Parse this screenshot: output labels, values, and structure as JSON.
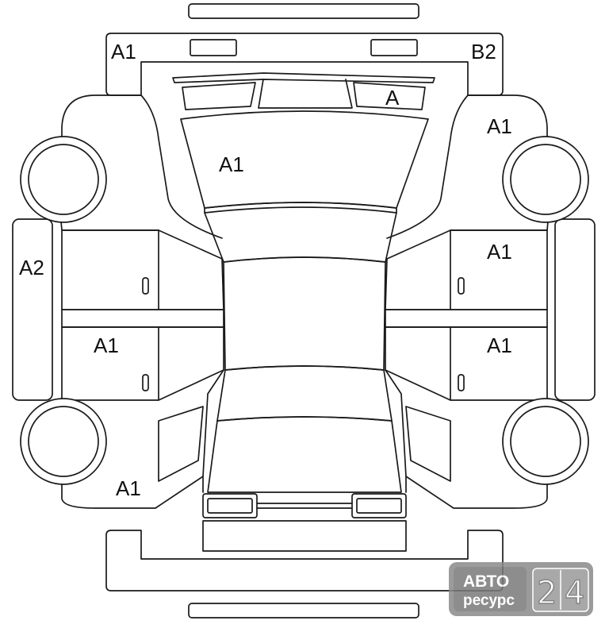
{
  "damage_codes": {
    "front_left_corner": "A1",
    "front_right_corner": "B2",
    "windshield_right_corner": "A",
    "hood": "A1",
    "front_right_fender": "A1",
    "left_side_sill": "A2",
    "front_right_door": "A1",
    "rear_left_door": "A1",
    "rear_right_door": "A1",
    "rear_left_fender": "A1"
  },
  "watermark": {
    "line1": "АВТО",
    "line2": "ресурс",
    "digit1": "2",
    "digit2": "4"
  }
}
